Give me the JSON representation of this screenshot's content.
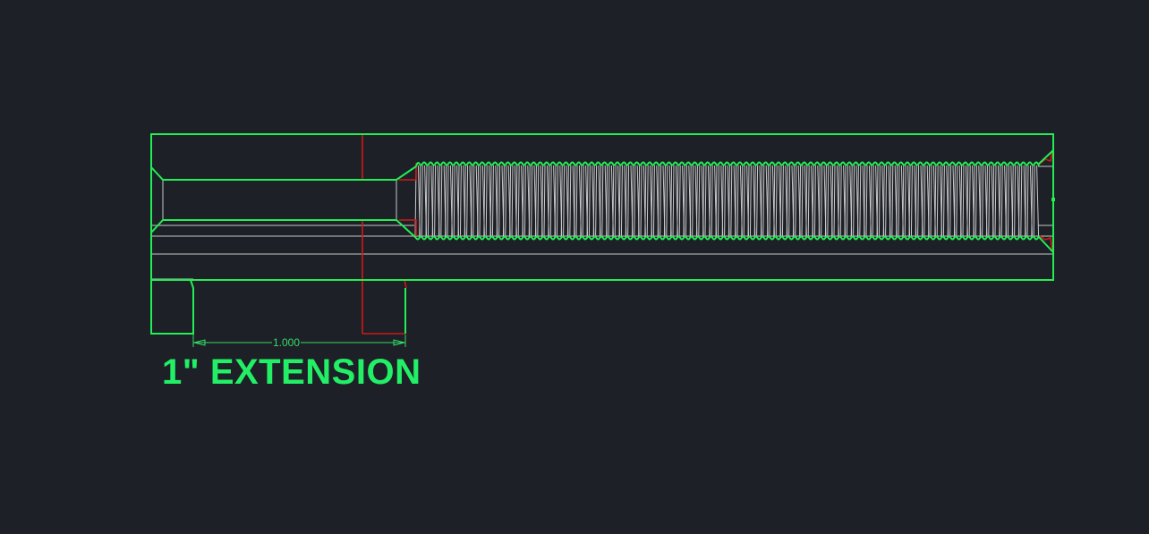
{
  "drawing": {
    "title_label": "1\" EXTENSION",
    "dimension": {
      "value": "1.000",
      "units": "inch"
    },
    "colors": {
      "background": "#1d2026",
      "object_lines": "#22ee55",
      "center_lines": "#d01818",
      "hidden_thread_lines": "#c8c8c8"
    },
    "features": [
      {
        "name": "outer-body",
        "type": "rectangle"
      },
      {
        "name": "left-bore",
        "type": "chamfered-bore"
      },
      {
        "name": "threaded-section",
        "type": "thread"
      },
      {
        "name": "centerline",
        "type": "center-line"
      },
      {
        "name": "bottom-stub",
        "type": "profile"
      },
      {
        "name": "dimension-line",
        "type": "linear-dimension"
      }
    ]
  }
}
